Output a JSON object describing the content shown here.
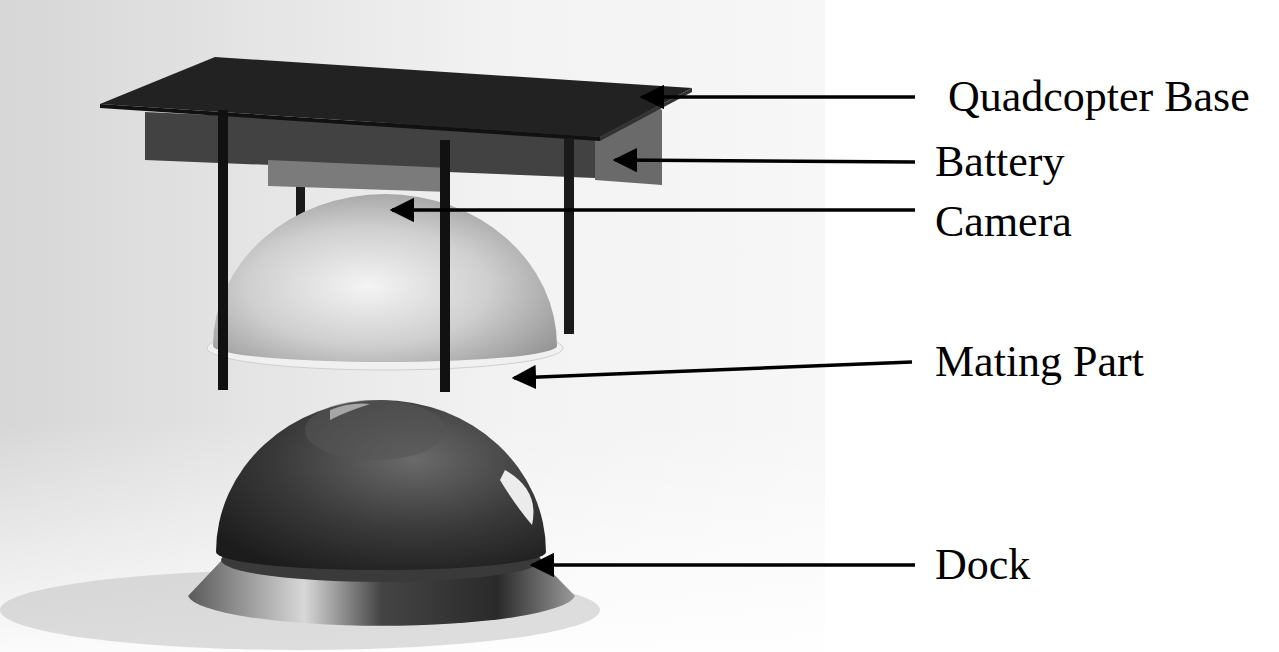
{
  "diagram": {
    "labels": [
      "Quadcopter Base",
      "Battery",
      "Camera",
      "Mating Part",
      "Dock"
    ]
  }
}
